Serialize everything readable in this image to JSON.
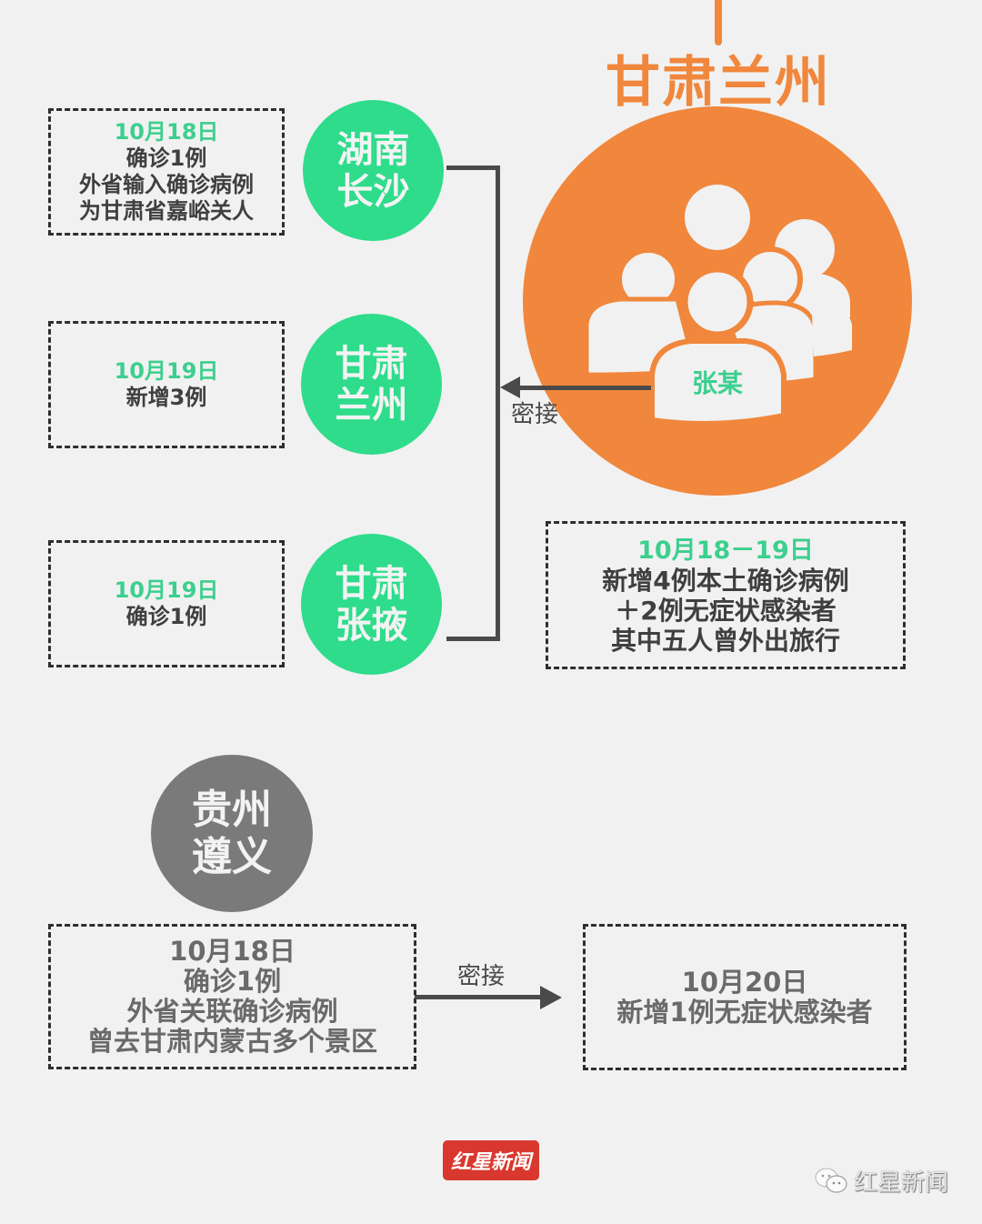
{
  "colors": {
    "background": "#f1f1f1",
    "green": "#2edc8b",
    "green_text": "#3ccf8e",
    "orange": "#f0873c",
    "grey_circle": "#7a7a7a",
    "dark_text": "#3f3f3f",
    "red_logo": "#d9382e"
  },
  "lanzhou_cluster": {
    "title": "甘肃兰州",
    "person_label": "张某",
    "contact_label": "密接",
    "summary": {
      "date": "10月18－19日",
      "lines": [
        "新增4例本土确诊病例",
        "＋2例无症状感染者",
        "其中五人曾外出旅行"
      ]
    }
  },
  "locations": [
    {
      "name_lines": [
        "湖南",
        "长沙"
      ],
      "date": "10月18日",
      "lines": [
        "确诊1例",
        "外省输入确诊病例",
        "为甘肃省嘉峪关人"
      ]
    },
    {
      "name_lines": [
        "甘肃",
        "兰州"
      ],
      "date": "10月19日",
      "lines": [
        "新增3例"
      ]
    },
    {
      "name_lines": [
        "甘肃",
        "张掖"
      ],
      "date": "10月19日",
      "lines": [
        "确诊1例"
      ]
    }
  ],
  "guizhou": {
    "name_lines": [
      "贵州",
      "遵义"
    ],
    "source_box": {
      "date": "10月18日",
      "lines": [
        "确诊1例",
        "外省关联确诊病例",
        "曾去甘肃内蒙古多个景区"
      ]
    },
    "contact_label": "密接",
    "target_box": {
      "date": "10月20日",
      "lines": [
        "新增1例无症状感染者"
      ]
    }
  },
  "footer": {
    "logo_text": "红星新闻",
    "wechat_account": "红星新闻",
    "wechat_icon": "wechat-icon"
  }
}
